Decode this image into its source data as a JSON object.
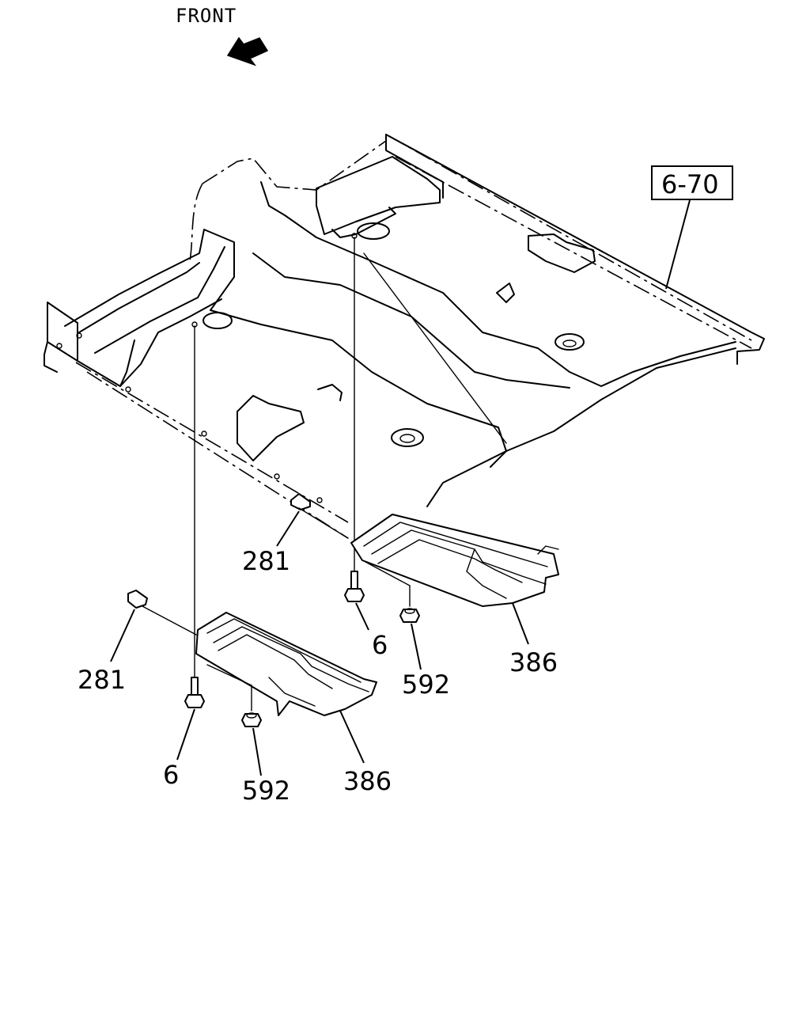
{
  "direction": {
    "label": "FRONT",
    "icon": "arrow-upleft-icon"
  },
  "reference": {
    "label": "6-70"
  },
  "callouts": {
    "clip_upper": "281",
    "clip_lower": "281",
    "bolt_upper": "6",
    "bolt_lower": "6",
    "nut_upper": "592",
    "nut_lower": "592",
    "shield_upper": "386",
    "shield_lower": "386"
  }
}
